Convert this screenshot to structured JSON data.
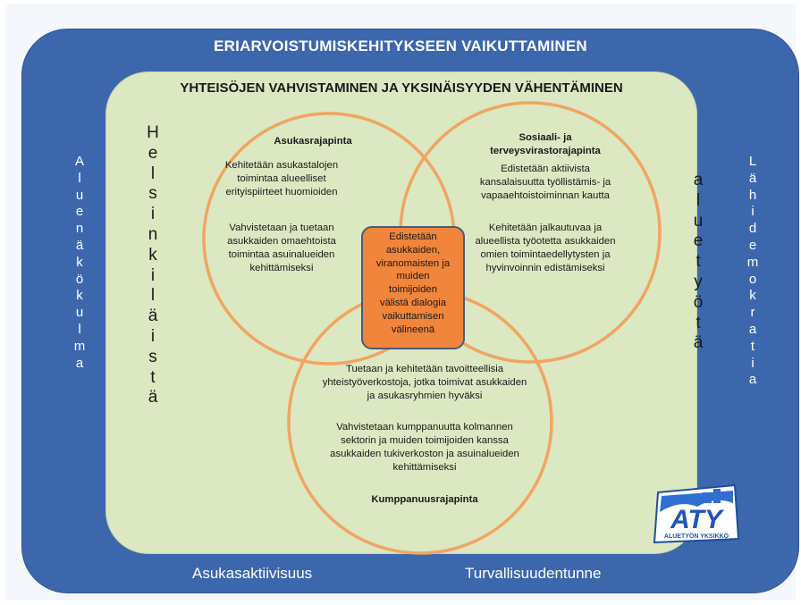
{
  "title_outer": "ERIARVOISTUMISKEHITYKSEEN VAIKUTTAMINEN",
  "title_inner": "YHTEISÖJEN VAHVISTAMINEN JA YKSINÄISYYDEN VÄHENTÄMINEN",
  "vertical": {
    "left_outer": "Aluenäkökulma",
    "left_inner": "Helsinkiläistä",
    "right_inner": "aluetyötä",
    "right_outer": "Lähidemokratia"
  },
  "bottom": {
    "left": "Asukasaktiivisuus",
    "right": "Turvallisuudentunne"
  },
  "circles": {
    "asukas": {
      "heading": "Asukasrajapinta",
      "p1": [
        "Kehitetään asukastalojen",
        "toimintaa alueelliset",
        "erityispiirteet huomioiden"
      ],
      "p2": [
        "Vahvistetaan ja tuetaan",
        "asukkaiden omaehtoista",
        "toimintaa asuinalueiden",
        "kehittämiseksi"
      ]
    },
    "sosiaali": {
      "heading": [
        "Sosiaali- ja",
        "terveysvirastorajapinta"
      ],
      "p1": [
        "Edistetään aktiivista",
        "kansalaisuutta työllistämis- ja",
        "vapaaehtoistoiminnan kautta"
      ],
      "p2": [
        "Kehitetään jalkautuvaa ja",
        "alueellista työotetta asukkaiden",
        "omien toimintaedellytysten ja",
        "hyvinvoinnin edistämiseksi"
      ]
    },
    "kumppanuus": {
      "heading": "Kumppanuusrajapinta",
      "p1": [
        "Tuetaan ja kehitetään tavoitteellisia",
        "yhteistyöverkostoja, jotka toimivat asukkaiden",
        "ja asukasryhmien hyväksi"
      ],
      "p2": [
        "Vahvistetaan kumppanuutta kolmannen",
        "sektorin ja muiden toimijoiden kanssa",
        "asukkaiden tukiverkoston ja asuinalueiden",
        "kehittämiseksi"
      ]
    }
  },
  "center": [
    "Edistetään",
    "asukkaiden,",
    "viranomaisten ja",
    "muiden",
    "toimijoiden",
    "välistä dialogia",
    "vaikuttamisen",
    "välineenä"
  ],
  "logo": {
    "text": "ATY",
    "subtext": "ALUETYÖN YKSIKKÖ"
  },
  "colors": {
    "outer_frame": "#3d67ad",
    "inner_panel": "#dbe8c1",
    "circle_stroke": "#f0a562",
    "center_box": "#f0853b"
  }
}
